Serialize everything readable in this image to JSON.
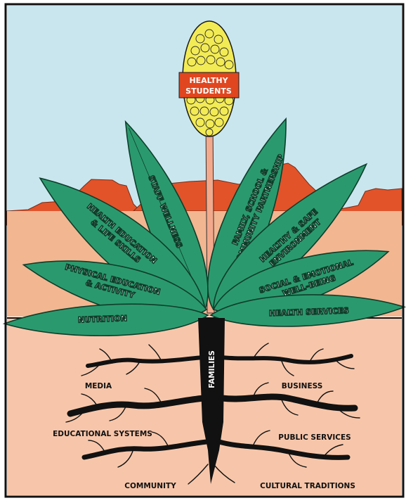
{
  "flower": {
    "line1": "HEALTHY",
    "line2": "STUDENTS"
  },
  "leaves": {
    "staff_wellness": "STAFF WELLNESS",
    "health_education_1": "HEALTH EDUCATION",
    "health_education_2": "& LIFE SKILLS",
    "physical_education_1": "PHYSICAL EDUCATION",
    "physical_education_2": "& ACTIVITY",
    "nutrition": "NUTRITION",
    "family_1": "FAMILY, SCHOOL &",
    "family_2": "COMMUNITY PARTNERSHIP",
    "healthy_safe_1": "HEALTHY & SAFE",
    "healthy_safe_2": "ENVIRONMENT",
    "social_1": "SOCIAL & EMOTIONAL",
    "social_2": "WELL-BEING",
    "health_services": "HEALTH SERVICES"
  },
  "trunk": {
    "label": "FAMILIES"
  },
  "roots": {
    "media": "MEDIA",
    "business": "BUSINESS",
    "educational_systems": "EDUCATIONAL SYSTEMS",
    "public_services": "PUBLIC SERVICES",
    "community": "COMMUNITY",
    "cultural_traditions": "CULTURAL TRADITIONS"
  },
  "colors": {
    "sky": "#c9e6ef",
    "mesa": "#e2532a",
    "ground": "#f2b691",
    "soil": "#f7c6aa",
    "leaf": "#2a9a6e",
    "leaf_edge": "#0f3d2a",
    "flower_bud": "#f3eb55",
    "flower_label_bg": "#e0461f",
    "stem": "#f3a98c",
    "root": "#111111"
  }
}
